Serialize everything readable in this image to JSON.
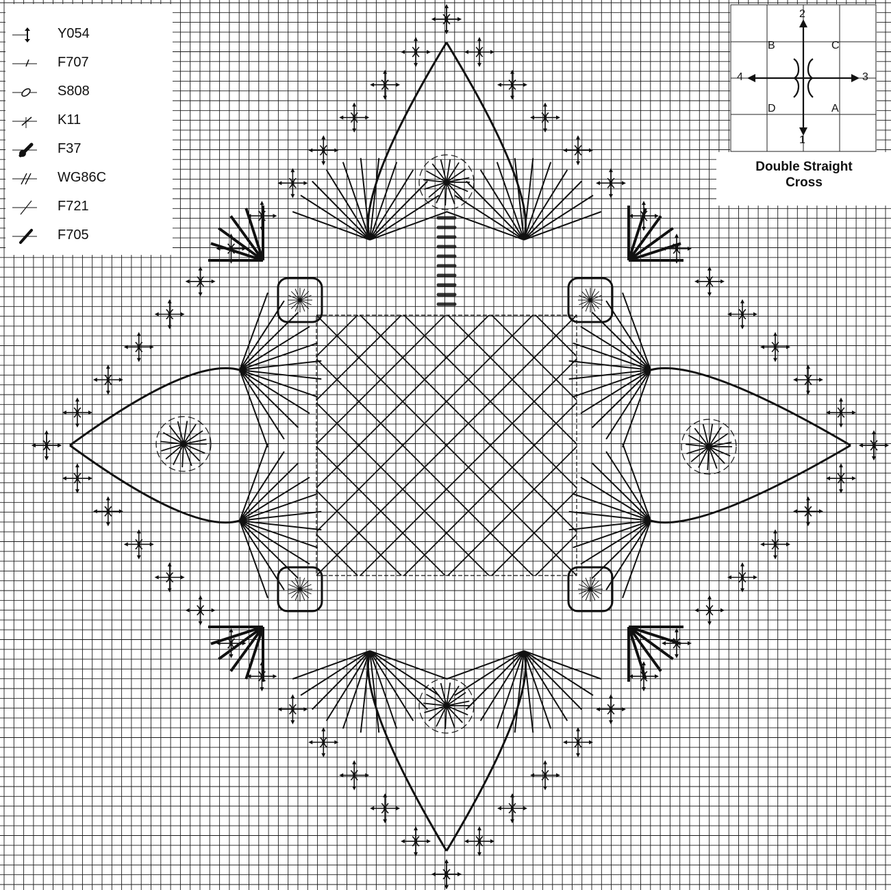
{
  "legend": {
    "items": [
      {
        "code": "Y054",
        "symbol": "y054-symbol-icon"
      },
      {
        "code": "F707",
        "symbol": "f707-symbol-icon"
      },
      {
        "code": "S808",
        "symbol": "s808-symbol-icon"
      },
      {
        "code": "K11",
        "symbol": "k11-symbol-icon"
      },
      {
        "code": "F37",
        "symbol": "f37-symbol-icon"
      },
      {
        "code": "WG86C",
        "symbol": "wg86c-symbol-icon"
      },
      {
        "code": "F721",
        "symbol": "f721-symbol-icon"
      },
      {
        "code": "F705",
        "symbol": "f705-symbol-icon"
      }
    ]
  },
  "stitch_diagram": {
    "numbers": [
      "2",
      "1",
      "4",
      "3"
    ],
    "letters": [
      "B",
      "C",
      "D",
      "A"
    ],
    "caption_line1": "Double Straight",
    "caption_line2": "Cross"
  },
  "colors": {
    "ink": "#111111",
    "grid": "#1a1a1a",
    "paper": "#ffffff"
  }
}
